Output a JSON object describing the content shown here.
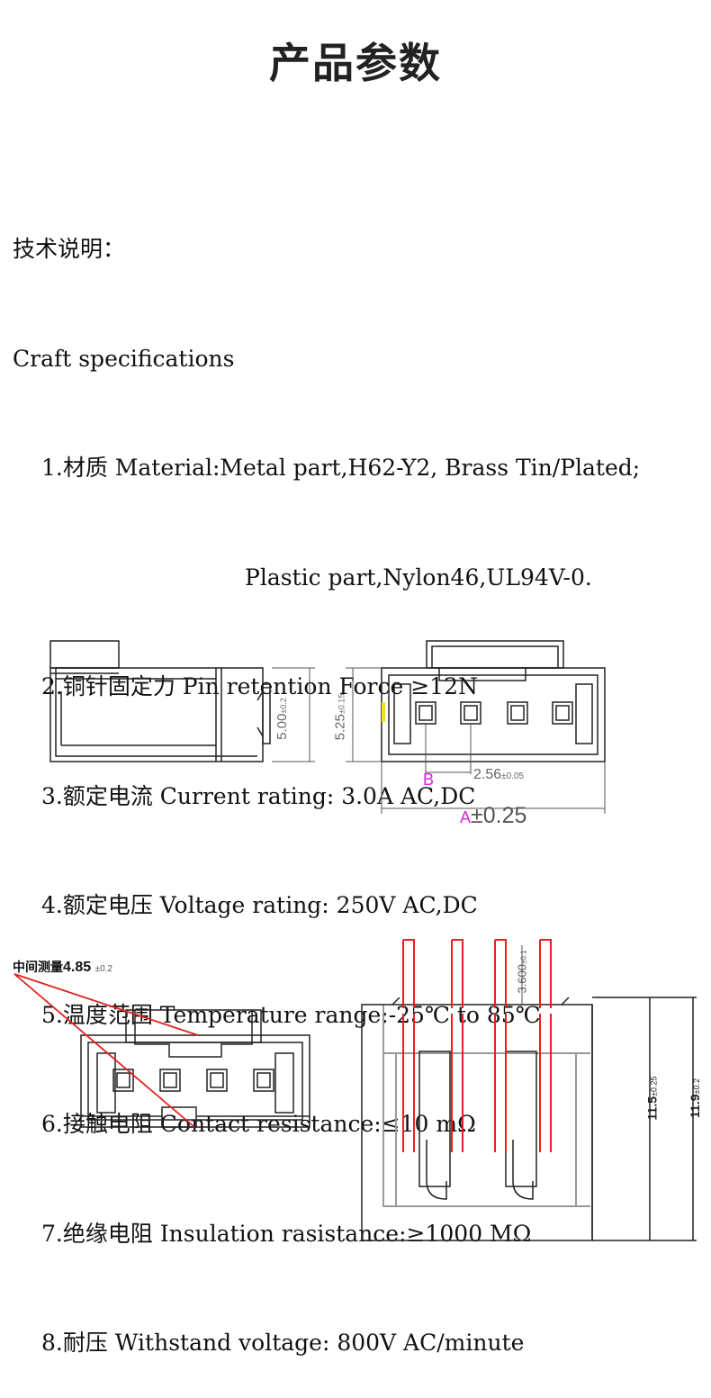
{
  "page_title": "产品参数",
  "specs": {
    "heading_cn": "技术说明：",
    "heading_en": "Craft specifications",
    "items": [
      {
        "text": "1.材质 Material:Metal part,H62-Y2, Brass Tin/Plated;"
      },
      {
        "text": "Plastic part,Nylon46,UL94V-0."
      },
      {
        "text": "2.铜针固定力 Pin retention Force ≥12N"
      },
      {
        "text": "3.额定电流 Current rating: 3.0A AC,DC"
      },
      {
        "text": "4.额定电压 Voltage rating: 250V AC,DC"
      },
      {
        "text": "5.温度范围 Temperature range:-25℃ to 85℃"
      },
      {
        "text": "6.接触电阻 Contact resistance:≤10 mΩ"
      },
      {
        "text": "7.绝缘电阻 Insulation rasistance:≥1000 MΩ"
      },
      {
        "text": "8.耐压 Withstand voltage: 800V AC/minute"
      }
    ]
  },
  "drawing": {
    "side_height": "5.00",
    "side_height_tol": "±0.2",
    "front_height": "5.25",
    "front_height_tol": "±0.15",
    "pitch": "2.56",
    "pitch_tol": "±0.05",
    "label_b": "B",
    "label_a": "A",
    "a_tol": "±0.25",
    "mid_measure_cn": "中间测量",
    "mid_measure_value": "4.85",
    "mid_measure_tol": "±0.2",
    "pin_length": "3.600",
    "pin_length_tol": "±0.1",
    "height_1": "11.5",
    "height_1_tol": "±0.25",
    "height_2": "11.9",
    "height_2_tol": "±0.2",
    "colors": {
      "red": "#e52020",
      "magenta": "#e020e0",
      "yellow": "#f0e020",
      "gray": "#888888"
    }
  }
}
